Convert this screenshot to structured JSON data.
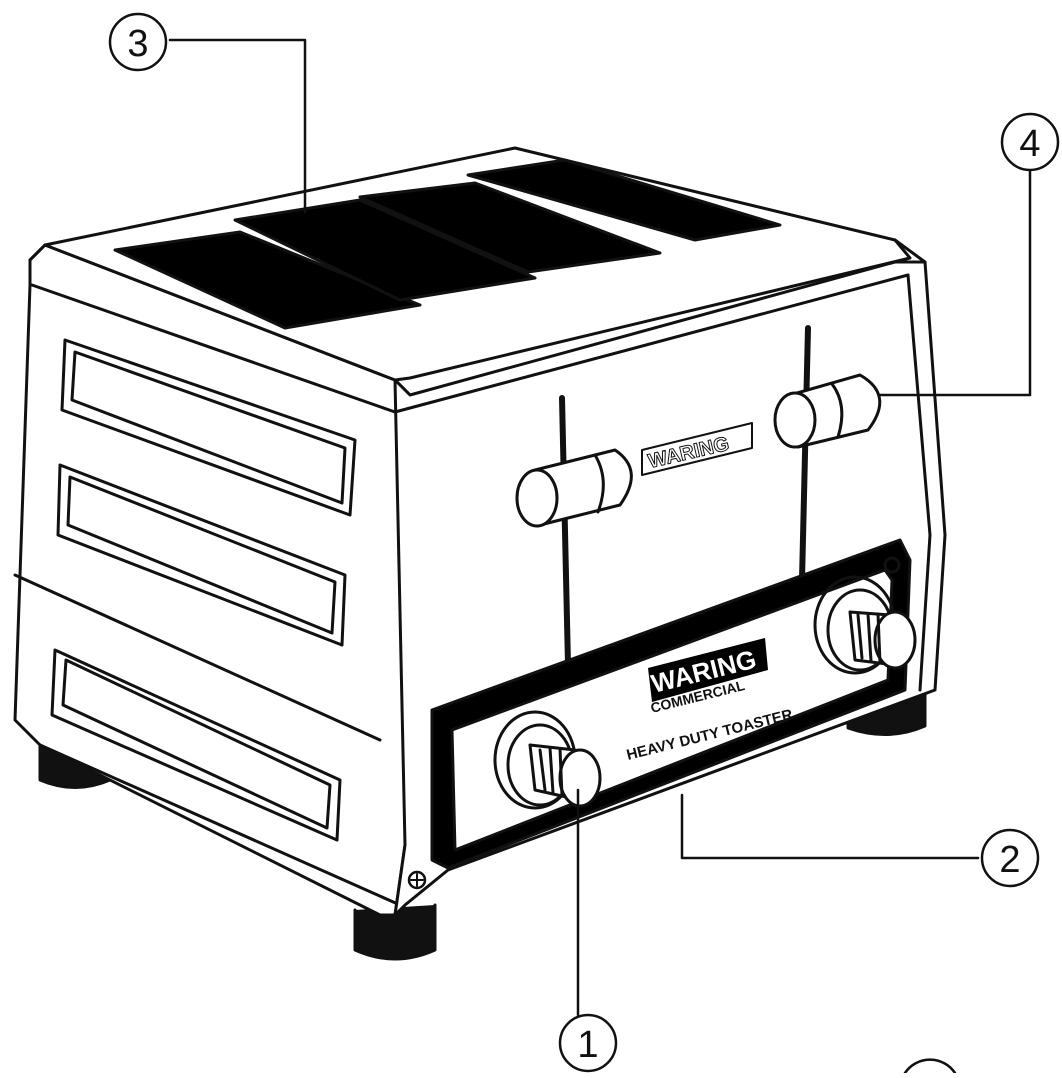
{
  "diagram": {
    "callouts": [
      {
        "number": "1"
      },
      {
        "number": "2"
      },
      {
        "number": "3"
      },
      {
        "number": "4"
      }
    ],
    "labels": {
      "side_logo": "WARING",
      "panel_logo": "WARING",
      "panel_logo_sub": "COMMERCIAL",
      "panel_product": "HEAVY DUTY TOASTER"
    },
    "colors": {
      "line": "#111111",
      "fill": "#ffffff",
      "slot": "#000000"
    }
  }
}
